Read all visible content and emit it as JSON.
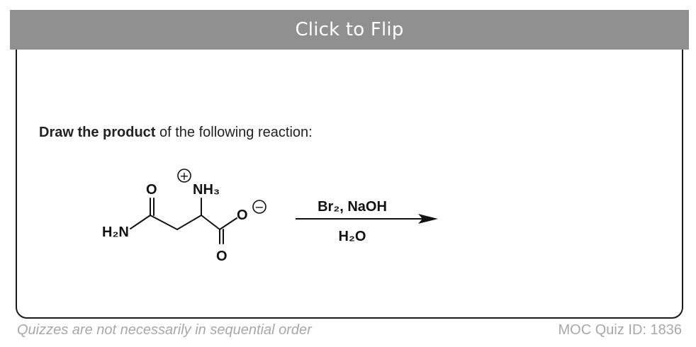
{
  "flip_button": {
    "label": "Click to Flip"
  },
  "question": {
    "bold": "Draw the product",
    "rest": " of the following reaction:"
  },
  "molecule": {
    "amide_n": "H₂N",
    "amide_o": "O",
    "ammonium": "NH₃",
    "plus_charge": "+",
    "carboxyl_o_top": "O",
    "carboxyl_o_bottom": "O",
    "minus_charge": "−"
  },
  "reaction": {
    "reagent_above": "Br₂, NaOH",
    "reagent_below": "H₂O"
  },
  "footer": {
    "note": "Quizzes are not necessarily in sequential order",
    "quiz_id": "MOC Quiz ID: 1836"
  }
}
